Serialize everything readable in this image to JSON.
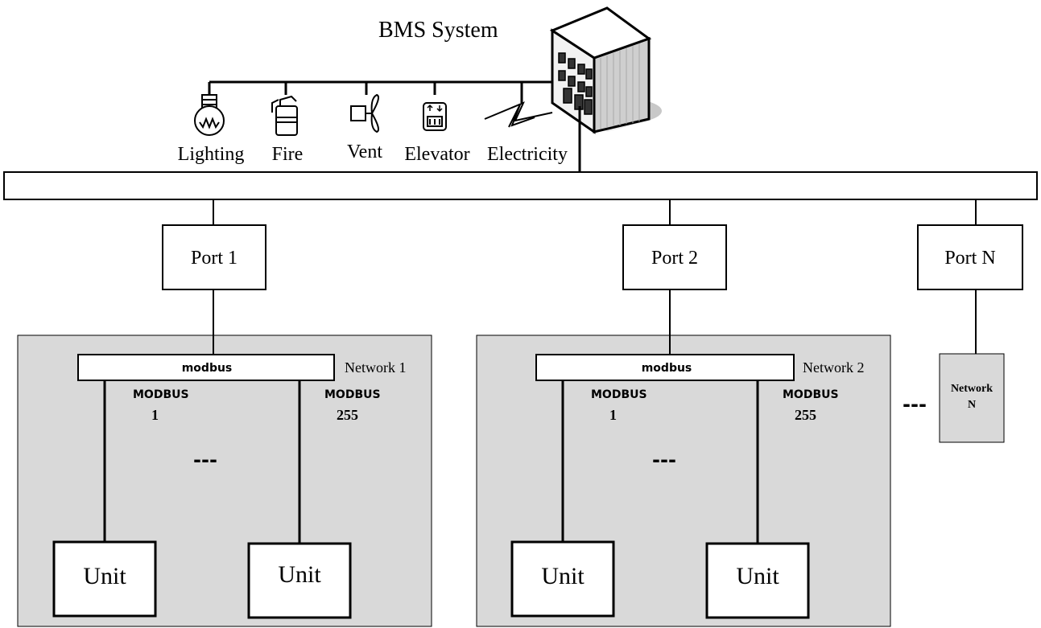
{
  "title": "BMS System",
  "devices": [
    {
      "label": "Lighting",
      "icon": "light-bulb-icon"
    },
    {
      "label": "Fire",
      "icon": "fire-extinguisher-icon"
    },
    {
      "label": "Vent",
      "icon": "fan-icon"
    },
    {
      "label": "Elevator",
      "icon": "elevator-icon"
    },
    {
      "label": "Electricity",
      "icon": "lightning-icon"
    }
  ],
  "building_icon": "building-icon",
  "ports": [
    "Port 1",
    "Port 2",
    "Port N"
  ],
  "networks": [
    {
      "name": "Network 1",
      "bus_label": "modbus",
      "left_address": {
        "line1": "MODBUS",
        "line2": "1"
      },
      "right_address": {
        "line1": "MODBUS",
        "line2": "255"
      },
      "ellipsis": "---",
      "units": [
        "Unit",
        "Unit"
      ]
    },
    {
      "name": "Network 2",
      "bus_label": "modbus",
      "left_address": {
        "line1": "MODBUS",
        "line2": "1"
      },
      "right_address": {
        "line1": "MODBUS",
        "line2": "255"
      },
      "ellipsis": "---",
      "units": [
        "Unit",
        "Unit"
      ]
    }
  ],
  "network_n": {
    "line1": "Network",
    "line2": "N"
  },
  "between_networks_ellipsis": "---",
  "colors": {
    "network_fill": "#d9d9d9",
    "line": "#000000",
    "box_fill": "#ffffff"
  }
}
